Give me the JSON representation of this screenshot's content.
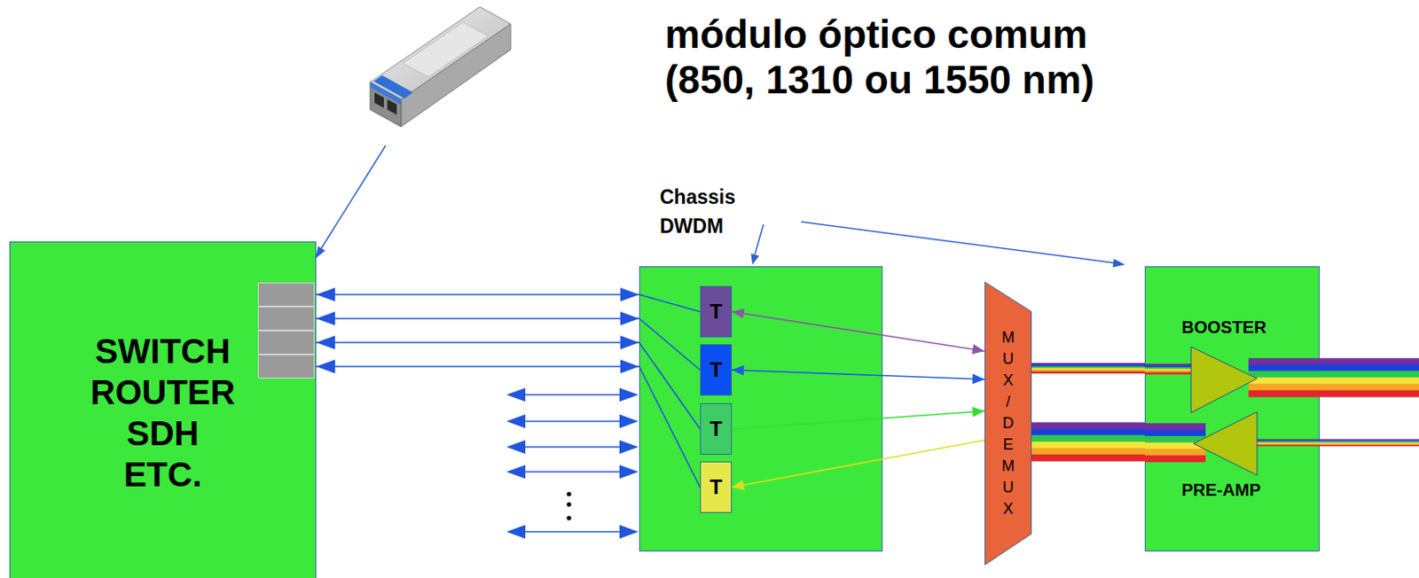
{
  "diagram": {
    "nodes": [
      {
        "text": [
          "SWITCH ROUTER SDH ETC."
        ]
      },
      {
        "text": [
          "Chassis DWDM"
        ]
      },
      {
        "text": [
          "T"
        ],
        "in": 1
      },
      {
        "text": [
          "T"
        ],
        "in": 1
      },
      {
        "text": [
          "T"
        ],
        "in": 1
      },
      {
        "text": [
          "T"
        ],
        "in": 1
      },
      {
        "text": [
          "M U X / D E M U X"
        ]
      },
      {
        "text": [
          "BOOSTER",
          "PRE-AMP"
        ]
      }
    ],
    "edges": [
      {
        "from": 0,
        "to": 2,
        "arrow": "both"
      },
      {
        "from": 0,
        "to": 3,
        "arrow": "both"
      },
      {
        "from": 0,
        "to": 4,
        "arrow": "both"
      },
      {
        "from": 0,
        "to": 5,
        "arrow": "both"
      },
      {
        "from": 2,
        "to": 6,
        "arrow": "both"
      },
      {
        "from": 3,
        "to": 6,
        "arrow": "both"
      },
      {
        "from": 4,
        "to": 6,
        "arrow": "to"
      },
      {
        "from": 6,
        "to": 5,
        "arrow": "to"
      },
      {
        "from": 6,
        "to": 7,
        "arrow": "none"
      },
      {
        "from": 7,
        "to": 6,
        "arrow": "none"
      }
    ],
    "labels": [
      "módulo óptico comum (850, 1310 ou 1550 nm)"
    ]
  }
}
